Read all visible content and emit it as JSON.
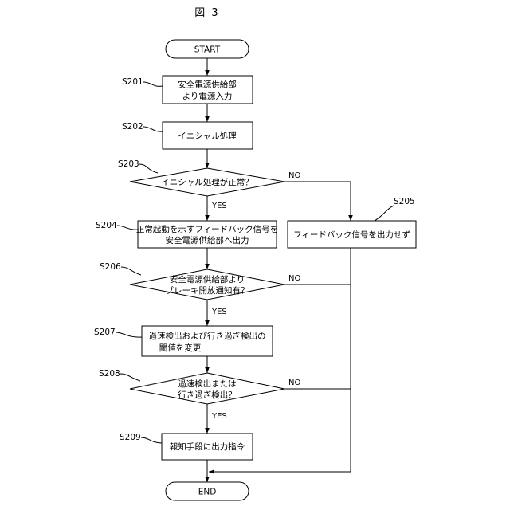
{
  "figure_title": "図 3",
  "nodes": {
    "start": "START",
    "s201": [
      "安全電源供給部",
      "より電源入力"
    ],
    "s202": "イニシャル処理",
    "s203": "イニシャル処理が正常？",
    "s204": [
      "正常起動を示すフィードバック信号を",
      "安全電源供給部へ出力"
    ],
    "s205": "フィードバック信号を出力せず",
    "s206": [
      "安全電源供給部より",
      "ブレーキ開放通知有？"
    ],
    "s207": [
      "過速検出および行き過ぎ検出の",
      "閾値を変更"
    ],
    "s208": [
      "過速検出または",
      "行き過ぎ検出？"
    ],
    "s209": "報知手段に出力指令",
    "end": "END"
  },
  "step_labels": {
    "s201": "S201",
    "s202": "S202",
    "s203": "S203",
    "s204": "S204",
    "s205": "S205",
    "s206": "S206",
    "s207": "S207",
    "s208": "S208",
    "s209": "S209"
  },
  "branches": {
    "s203_no": "NO",
    "s203_yes": "YES",
    "s206_no": "NO",
    "s206_yes": "YES",
    "s208_no": "NO",
    "s208_yes": "YES"
  }
}
